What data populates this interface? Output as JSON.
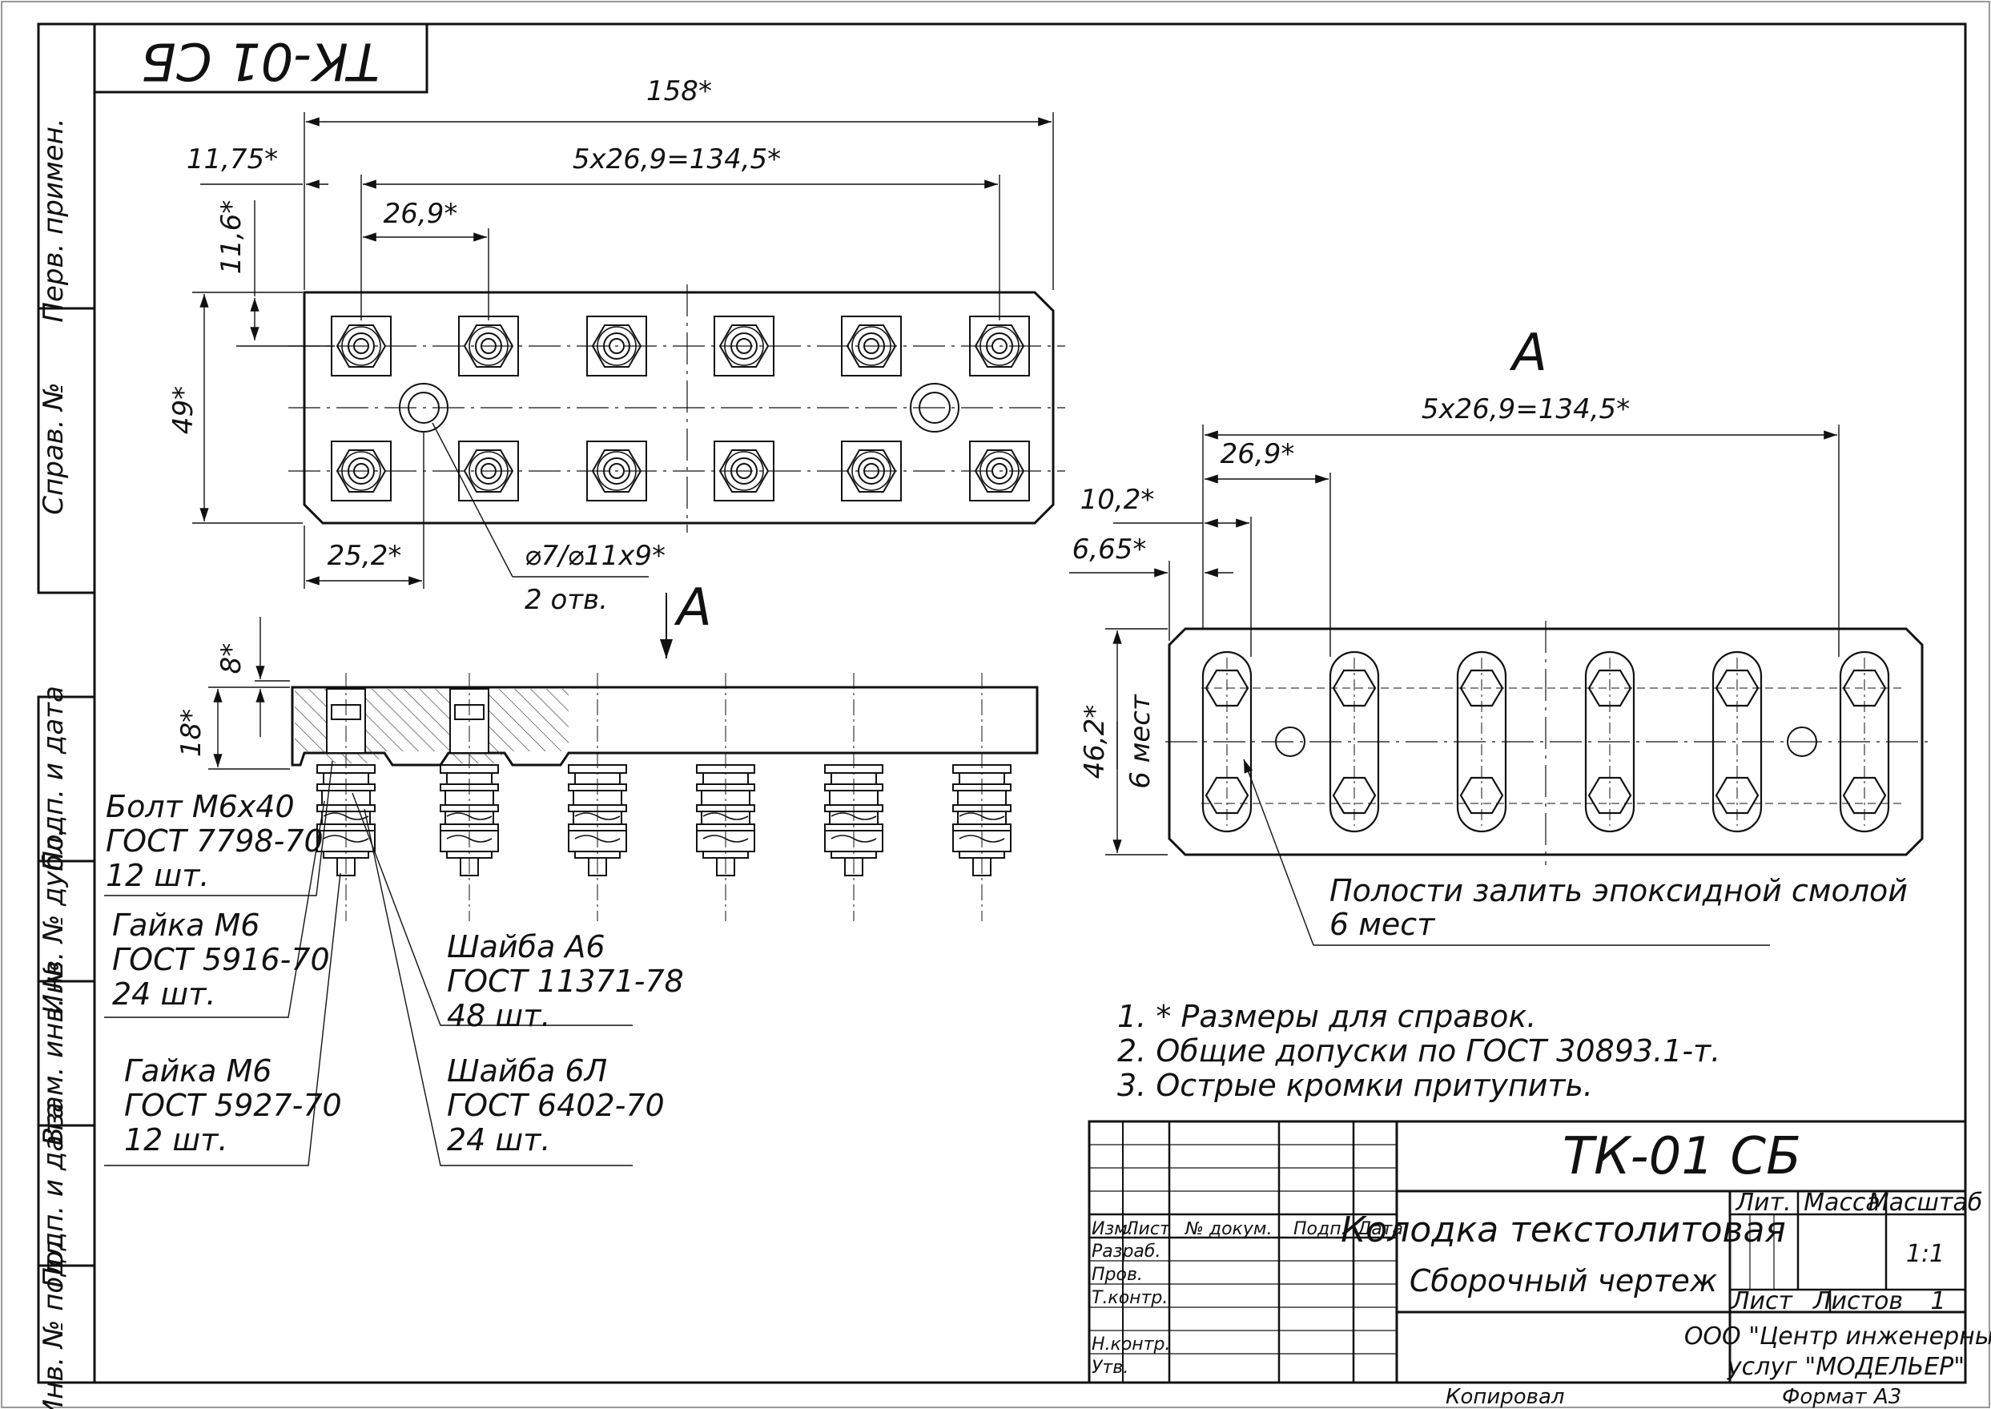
{
  "drawing": {
    "corner_stamp": "ТК-01 СБ",
    "side_labels": {
      "perv_primen": "Перв. примен.",
      "sprav_no": "Справ. №",
      "podp_data_1": "Подп. и дата",
      "inv_dubl": "Инв. № дубл.",
      "vzam_inv": "Взам. инв. №",
      "podp_data_2": "Подп. и дата",
      "inv_podl": "Инв. № подл."
    }
  },
  "top_view": {
    "dims": {
      "overall": "158*",
      "pitch_total": "5x26,9=134,5*",
      "edge_offset": "11,75*",
      "pitch": "26,9*",
      "row_offset": "11,6*",
      "width": "49*",
      "hole_pos": "25,2*",
      "hole_spec": "⌀7/⌀11x9*",
      "hole_count": "2 отв."
    },
    "view_arrow_label": "A"
  },
  "side_view": {
    "dims": {
      "top": "8*",
      "height": "18*"
    },
    "callouts": [
      {
        "lines": [
          "Болт М6х40",
          "ГОСТ 7798-70",
          "12 шт."
        ]
      },
      {
        "lines": [
          "Гайка М6",
          "ГОСТ 5916-70",
          "24 шт."
        ]
      },
      {
        "lines": [
          "Гайка М6",
          "ГОСТ 5927-70",
          "12 шт."
        ]
      },
      {
        "lines": [
          "Шайба А6",
          "ГОСТ 11371-78",
          "48 шт."
        ]
      },
      {
        "lines": [
          "Шайба 6Л",
          "ГОСТ 6402-70",
          "24 шт."
        ]
      }
    ]
  },
  "view_a": {
    "title": "A",
    "dims": {
      "pitch_total": "5x26,9=134,5*",
      "pitch": "26,9*",
      "d1": "10,2*",
      "d2": "6,65*",
      "height": "46,2*",
      "places": "6 мест"
    },
    "note_lines": [
      "Полости залить эпоксидной смолой",
      "6 мест"
    ]
  },
  "notes": [
    "1.  * Размеры для справок.",
    "2.  Общие допуски по ГОСТ 30893.1-т.",
    "3.  Острые кромки притупить."
  ],
  "title_block": {
    "doc_code": "ТК-01 СБ",
    "name": "Колодка текстолитовая",
    "doc_type": "Сборочный чертеж",
    "col_headers": [
      "Изм.",
      "Лист",
      "№ докум.",
      "Подп.",
      "Дата"
    ],
    "roles": [
      "Разраб.",
      "Пров.",
      "Т.контр.",
      "Н.контр.",
      "Утв."
    ],
    "lit_label": "Лит.",
    "mass_label": "Масса",
    "scale_label": "Масштаб",
    "scale_value": "1:1",
    "sheet_label": "Лист",
    "sheets_label": "Листов",
    "sheets_value": "1",
    "org_line1": "ООО \"Центр инженерных",
    "org_line2": "услуг \"МОДЕЛЬЕР\"",
    "copied": "Копировал",
    "format_label": "Формат",
    "format_value": "А3"
  }
}
